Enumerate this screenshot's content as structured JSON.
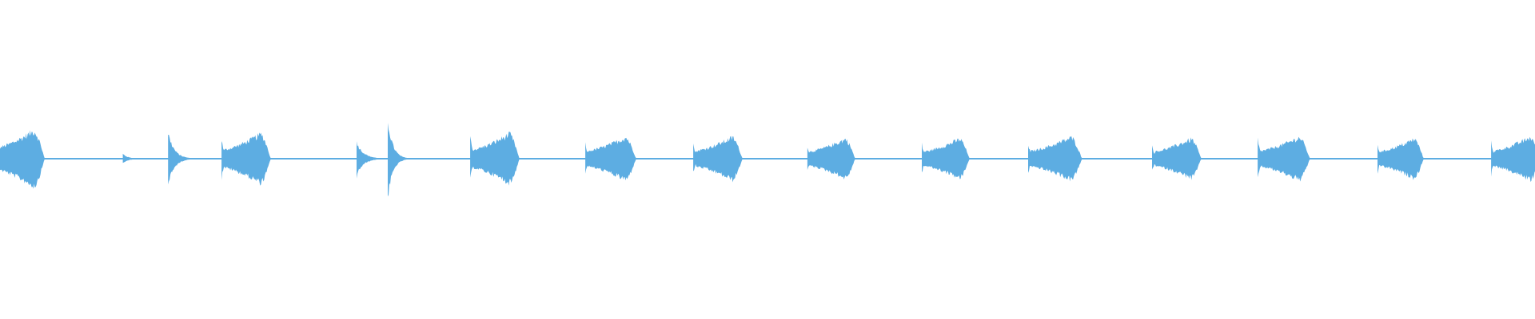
{
  "chart_data": {
    "type": "area",
    "title": "",
    "xlabel": "",
    "ylabel": "",
    "grid": false,
    "legend": "none",
    "color": "#5dade2",
    "background": "#ffffff",
    "ylim": [
      -1,
      1
    ],
    "xlim": [
      0,
      1
    ],
    "baseline_amplitude": 0.004,
    "events": [
      {
        "kind": "burst",
        "onset": -0.005,
        "duration": 0.034,
        "peak": 0.17,
        "attack": 0.11
      },
      {
        "kind": "spike",
        "onset": 0.08,
        "duration": 0.013,
        "peak": 0.03,
        "attack": 0.0
      },
      {
        "kind": "spike",
        "onset": 0.1095,
        "duration": 0.016,
        "peak": 0.16,
        "attack": 0.16
      },
      {
        "kind": "burst",
        "onset": 0.1443,
        "duration": 0.032,
        "peak": 0.15,
        "attack": 0.12
      },
      {
        "kind": "spike",
        "onset": 0.2323,
        "duration": 0.018,
        "peak": 0.1,
        "attack": 0.11
      },
      {
        "kind": "spike",
        "onset": 0.2526,
        "duration": 0.013,
        "peak": 0.24,
        "attack": 0.24
      },
      {
        "kind": "burst",
        "onset": 0.3063,
        "duration": 0.032,
        "peak": 0.15,
        "attack": 0.14
      },
      {
        "kind": "burst",
        "onset": 0.3813,
        "duration": 0.033,
        "peak": 0.13,
        "attack": 0.09
      },
      {
        "kind": "burst",
        "onset": 0.4516,
        "duration": 0.032,
        "peak": 0.13,
        "attack": 0.09
      },
      {
        "kind": "burst",
        "onset": 0.526,
        "duration": 0.031,
        "peak": 0.12,
        "attack": 0.08
      },
      {
        "kind": "burst",
        "onset": 0.6005,
        "duration": 0.031,
        "peak": 0.12,
        "attack": 0.09
      },
      {
        "kind": "burst",
        "onset": 0.6698,
        "duration": 0.035,
        "peak": 0.13,
        "attack": 0.09
      },
      {
        "kind": "burst",
        "onset": 0.7505,
        "duration": 0.032,
        "peak": 0.12,
        "attack": 0.08
      },
      {
        "kind": "burst",
        "onset": 0.8193,
        "duration": 0.034,
        "peak": 0.13,
        "attack": 0.12
      },
      {
        "kind": "burst",
        "onset": 0.8974,
        "duration": 0.03,
        "peak": 0.12,
        "attack": 0.09
      },
      {
        "kind": "burst",
        "onset": 0.9714,
        "duration": 0.032,
        "peak": 0.13,
        "attack": 0.1
      }
    ]
  }
}
